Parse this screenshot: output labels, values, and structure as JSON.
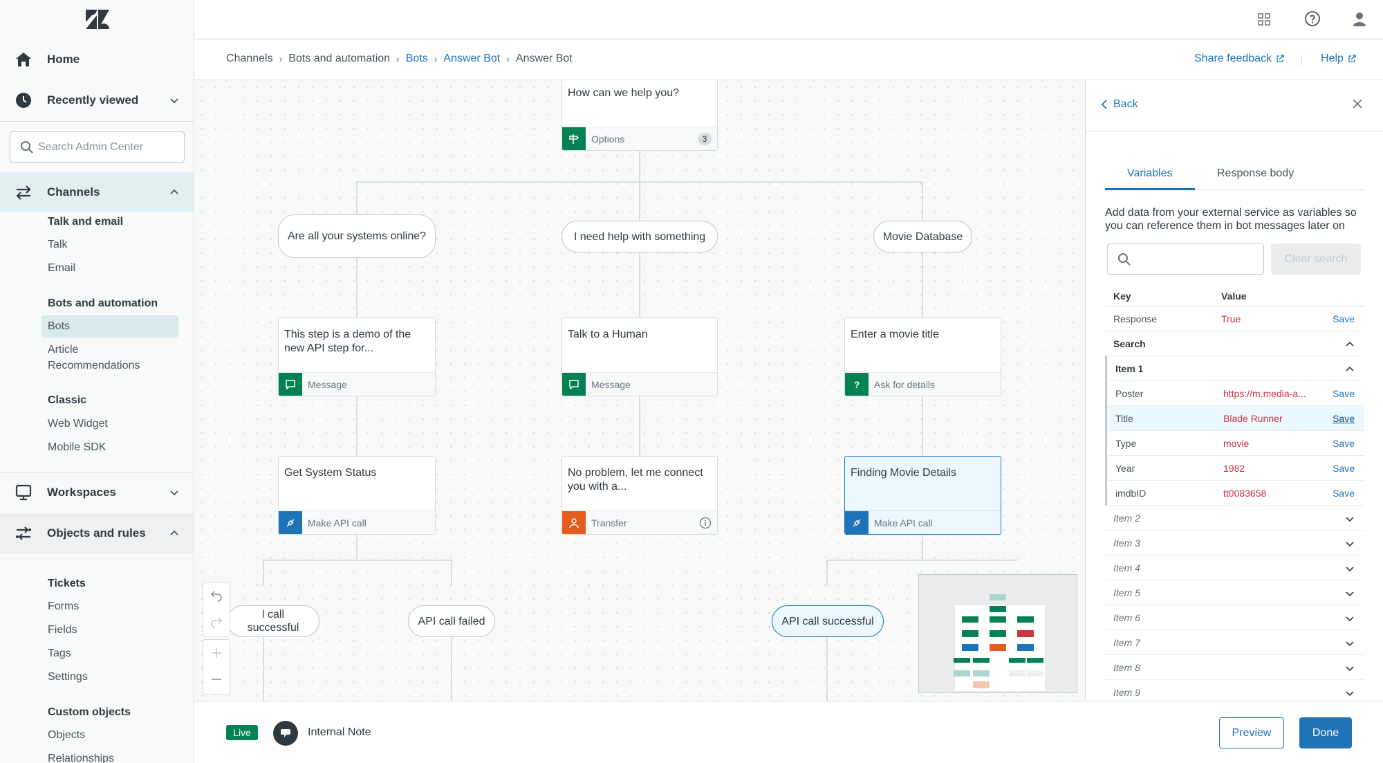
{
  "nav": {
    "home": "Home",
    "recently_viewed": "Recently viewed",
    "search_placeholder": "Search Admin Center",
    "channels": "Channels",
    "talk_email_header": "Talk and email",
    "talk": "Talk",
    "email": "Email",
    "bots_header": "Bots and automation",
    "bots": "Bots",
    "article_rec_1": "Article",
    "article_rec_2": "Recommendations",
    "classic_header": "Classic",
    "web_widget": "Web Widget",
    "mobile_sdk": "Mobile SDK",
    "workspaces": "Workspaces",
    "objects_rules": "Objects and rules",
    "tickets_header": "Tickets",
    "forms": "Forms",
    "fields": "Fields",
    "tags": "Tags",
    "settings": "Settings",
    "custom_objects_header": "Custom objects",
    "objects": "Objects",
    "relationships": "Relationships"
  },
  "breadcrumb": [
    "Channels",
    "Bots and automation",
    "Bots",
    "Answer Bot",
    "Answer Bot"
  ],
  "header": {
    "share_feedback": "Share feedback",
    "help": "Help"
  },
  "flow": {
    "start_text": "How can we help you?",
    "start_type": "Options",
    "start_count": "3",
    "option_1": "Are all your systems online?",
    "option_2": "I need help with something",
    "option_3": "Movie Database",
    "step_demo": "This step is a demo of the new API step for...",
    "step_demo_type": "Message",
    "step_human": "Talk to a Human",
    "step_human_type": "Message",
    "step_movie": "Enter a movie title",
    "step_movie_type": "Ask for details",
    "step_status": "Get System Status",
    "step_status_type": "Make API call",
    "step_transfer": "No problem, let me connect you with a...",
    "step_transfer_type": "Transfer",
    "step_finding": "Finding Movie Details",
    "step_finding_type": "Make API call",
    "branch_success_left": "l call successful",
    "branch_failed": "API call failed",
    "branch_success_right": "API call successful"
  },
  "panel": {
    "back": "Back",
    "tab_variables": "Variables",
    "tab_response": "Response body",
    "description": "Add data from your external service as variables so you can reference them in bot messages later on",
    "search_value": "",
    "clear_search": "Clear search",
    "col_key": "Key",
    "col_value": "Value",
    "save": "Save",
    "response_key": "Response",
    "response_value": "True",
    "search_group": "Search",
    "item1_group": "Item 1",
    "fields": [
      {
        "key": "Poster",
        "value": "https://m.media-a..."
      },
      {
        "key": "Title",
        "value": "Blade Runner"
      },
      {
        "key": "Type",
        "value": "movie"
      },
      {
        "key": "Year",
        "value": "1982"
      },
      {
        "key": "imdbID",
        "value": "tt0083658"
      }
    ],
    "collapsed_items": [
      "Item 2",
      "Item 3",
      "Item 4",
      "Item 5",
      "Item 6",
      "Item 7",
      "Item 8",
      "Item 9"
    ]
  },
  "footer": {
    "status": "Live",
    "channel": "Internal Note",
    "preview": "Preview",
    "done": "Done"
  },
  "colors": {
    "accent": "#1f73b7",
    "teal": "#038153",
    "orange": "#e35b1d",
    "value_red": "#cc3340"
  }
}
